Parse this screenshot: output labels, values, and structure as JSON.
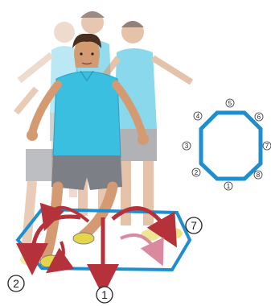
{
  "figure": {
    "subject": "footwork-pattern-illustration",
    "colors": {
      "shirt": "#3bbfe0",
      "shorts": "#7c7f86",
      "skin": "#d49a72",
      "hair": "#4a2e1f",
      "octagon": "#1d8fd0",
      "arrow_red": "#b5323a",
      "arrow_pink": "#d98aa0",
      "shoe": "#e3d64a"
    },
    "main_labels": {
      "front": "1",
      "left": "2",
      "right": "7"
    },
    "octagon_labels": [
      "1",
      "2",
      "3",
      "4",
      "5",
      "6",
      "7",
      "8"
    ]
  }
}
